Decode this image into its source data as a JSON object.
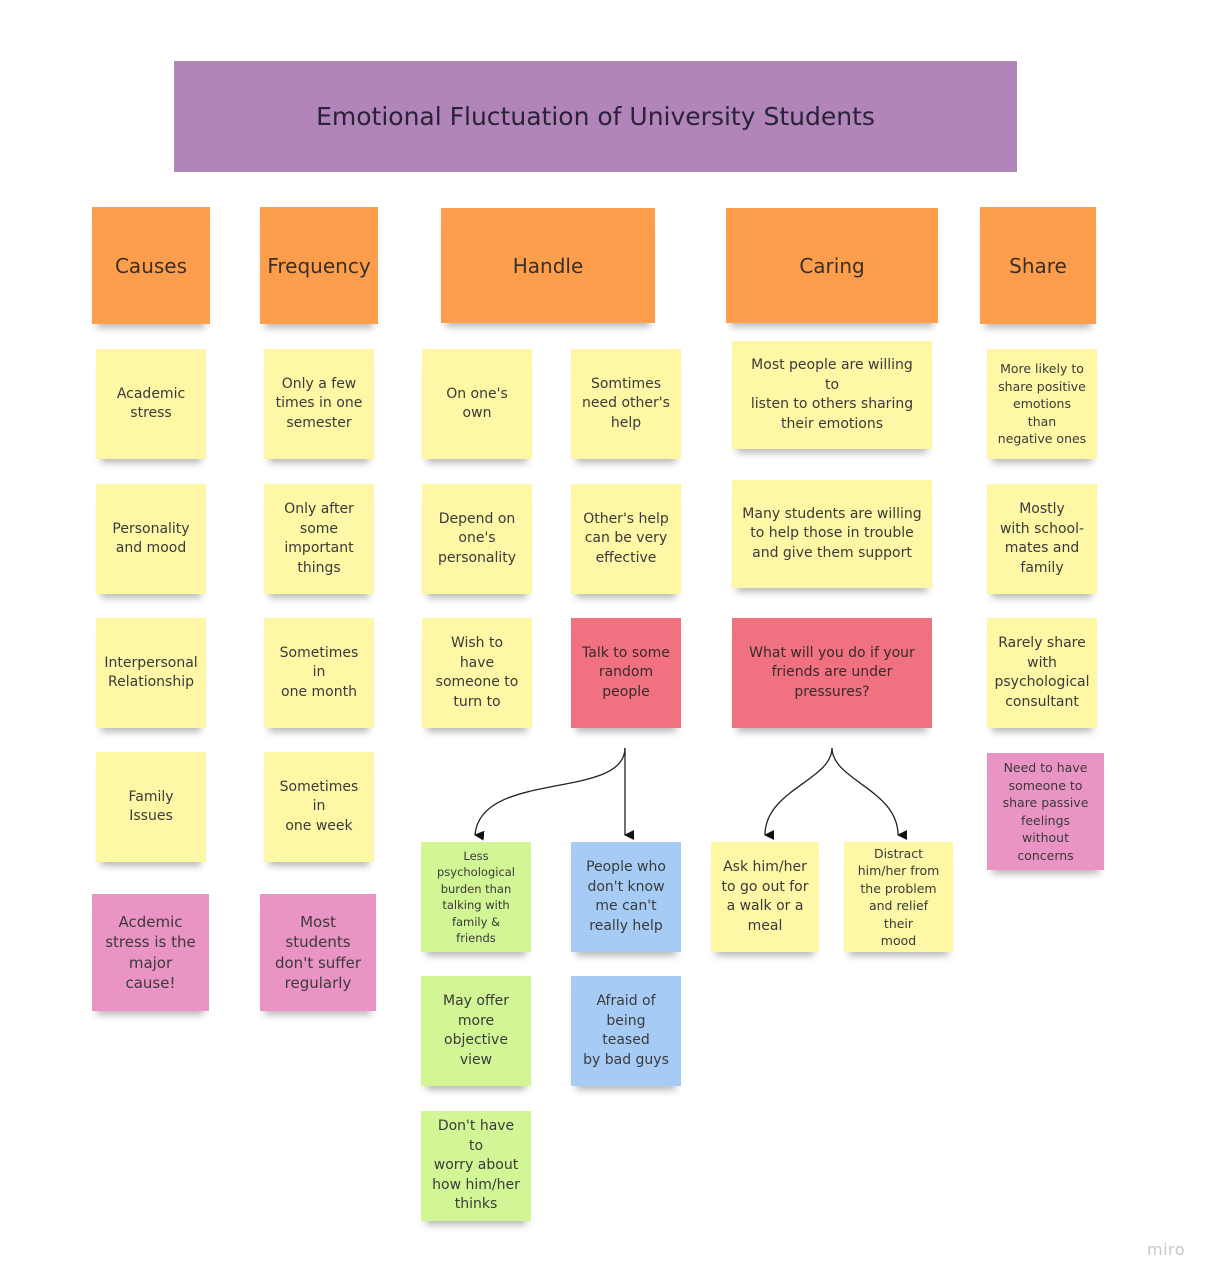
{
  "title": "Emotional Fluctuation of University Students",
  "colors": {
    "title": "#b185ba",
    "header": "#fd9e4c",
    "yellow": "#fdf7a6",
    "pink": "#ea94c5",
    "red": "#f07180",
    "green": "#d2f596",
    "blue": "#a6ccf5"
  },
  "headers": {
    "causes": "Causes",
    "frequency": "Frequency",
    "handle": "Handle",
    "caring": "Caring",
    "share": "Share"
  },
  "causes": {
    "academic_stress": "Academic\nstress",
    "personality_mood": "Personality\nand mood",
    "interpersonal": "Interpersonal\nRelationship",
    "family_issues": "Family Issues",
    "conclusion": "Acdemic\nstress is the\nmajor cause!"
  },
  "frequency": {
    "few_times": "Only a few\ntimes in one\nsemester",
    "after_important": "Only after\nsome\nimportant\nthings",
    "month": "Sometimes in\none month",
    "week": "Sometimes in\none week",
    "conclusion": "Most\nstudents\ndon't suffer\nregularly"
  },
  "handle": {
    "own": "On one's own",
    "need_help": "Somtimes\nneed other's\nhelp",
    "personality": "Depend on\none's\npersonality",
    "help_effective": "Other's help\ncan be very\neffective",
    "wish_someone": "Wish to have\nsomeone to\nturn to",
    "random_people": "Talk to some\nrandom\npeople",
    "less_burden": "Less\npsychological\nburden than\ntalking with\nfamily & friends",
    "objective_view": "May offer\nmore\nobjective\nview",
    "no_worry": "Don't have to\nworry about\nhow him/her\nthinks",
    "cant_help": "People who\ndon't know\nme can't\nreally help",
    "afraid": "Afraid of\nbeing teased\nby bad guys"
  },
  "caring": {
    "willing_listen": "Most people are willing to\nlisten to others sharing\ntheir emotions",
    "willing_help": "Many students are willing\nto help those in trouble\nand give them support",
    "question": "What will you do if your\nfriends are under\npressures?",
    "walk": "Ask him/her\nto go out for\na walk or a\nmeal",
    "distract": "Distract\nhim/her from\nthe problem\nand relief their\nmood"
  },
  "share": {
    "positive": "More likely to\nshare positive\nemotions than\nnegative ones",
    "schoolmates": "Mostly\nwith school-\nmates and\nfamily",
    "rarely": "Rarely share\nwith\npsychological\nconsultant",
    "need_someone": "Need to have\nsomeone to\nshare passive\nfeelings without\nconcerns"
  },
  "watermark": "miro"
}
